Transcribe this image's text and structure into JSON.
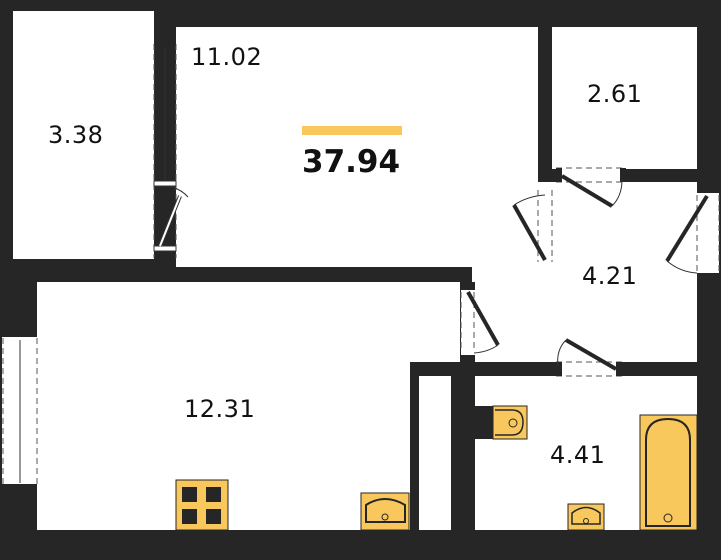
{
  "plan": {
    "total_area": "37.94",
    "accent_color": "#f9c85c",
    "wall_color": "#262626",
    "rooms": [
      {
        "id": "storage-left",
        "area": "3.38"
      },
      {
        "id": "room-top",
        "area": "11.02"
      },
      {
        "id": "closet-top-right",
        "area": "2.61"
      },
      {
        "id": "hallway",
        "area": "4.21"
      },
      {
        "id": "kitchen-living",
        "area": "12.31"
      },
      {
        "id": "bathroom",
        "area": "4.41"
      }
    ],
    "fixtures": [
      "stove-icon",
      "kitchen-sink-icon",
      "toilet-icon",
      "wash-basin-icon",
      "bathtub-icon"
    ]
  }
}
